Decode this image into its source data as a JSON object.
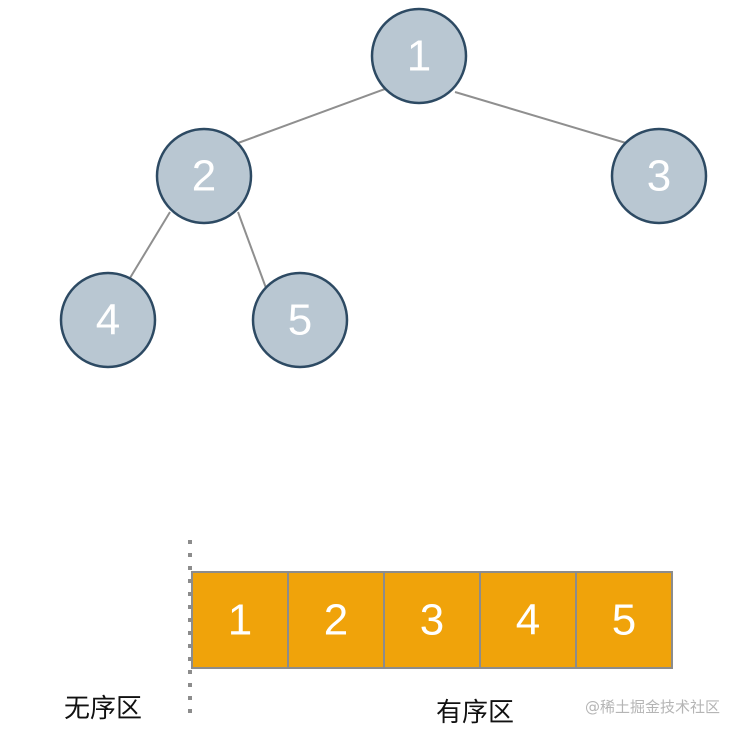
{
  "tree": {
    "nodes": [
      {
        "id": "n1",
        "label": "1"
      },
      {
        "id": "n2",
        "label": "2"
      },
      {
        "id": "n3",
        "label": "3"
      },
      {
        "id": "n4",
        "label": "4"
      },
      {
        "id": "n5",
        "label": "5"
      }
    ],
    "edges": [
      {
        "from": "n1",
        "to": "n2"
      },
      {
        "from": "n1",
        "to": "n3"
      },
      {
        "from": "n2",
        "to": "n4"
      },
      {
        "from": "n2",
        "to": "n5"
      }
    ]
  },
  "array": {
    "cells": [
      "1",
      "2",
      "3",
      "4",
      "5"
    ]
  },
  "labels": {
    "unordered": "无序区",
    "ordered": "有序区"
  },
  "watermark": "@稀土掘金技术社区",
  "colors": {
    "node_fill": "#b9c7d2",
    "node_stroke": "#2d4a63",
    "cell_fill": "#f0a30a"
  }
}
